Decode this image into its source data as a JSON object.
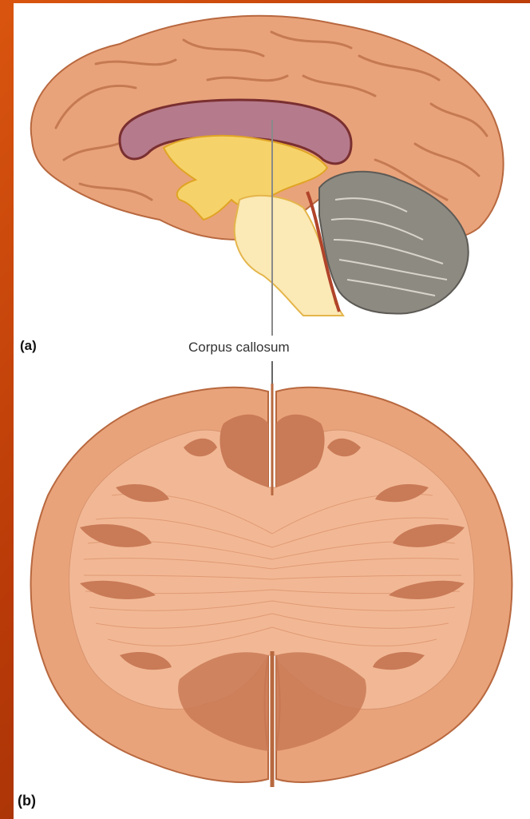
{
  "figure": {
    "panel_a_label": "(a)",
    "panel_b_label": "(b)",
    "structure_label": "Corpus callosum"
  },
  "colors": {
    "background_orange": "#c2410c",
    "cortex": "#e9a37a",
    "cortex_dark": "#c97a56",
    "corpus_callosum": "#b57a8c",
    "midbrain_yellow": "#f6d36a",
    "cerebellum": "#8d8a82",
    "white_matter": "#f2b895"
  }
}
